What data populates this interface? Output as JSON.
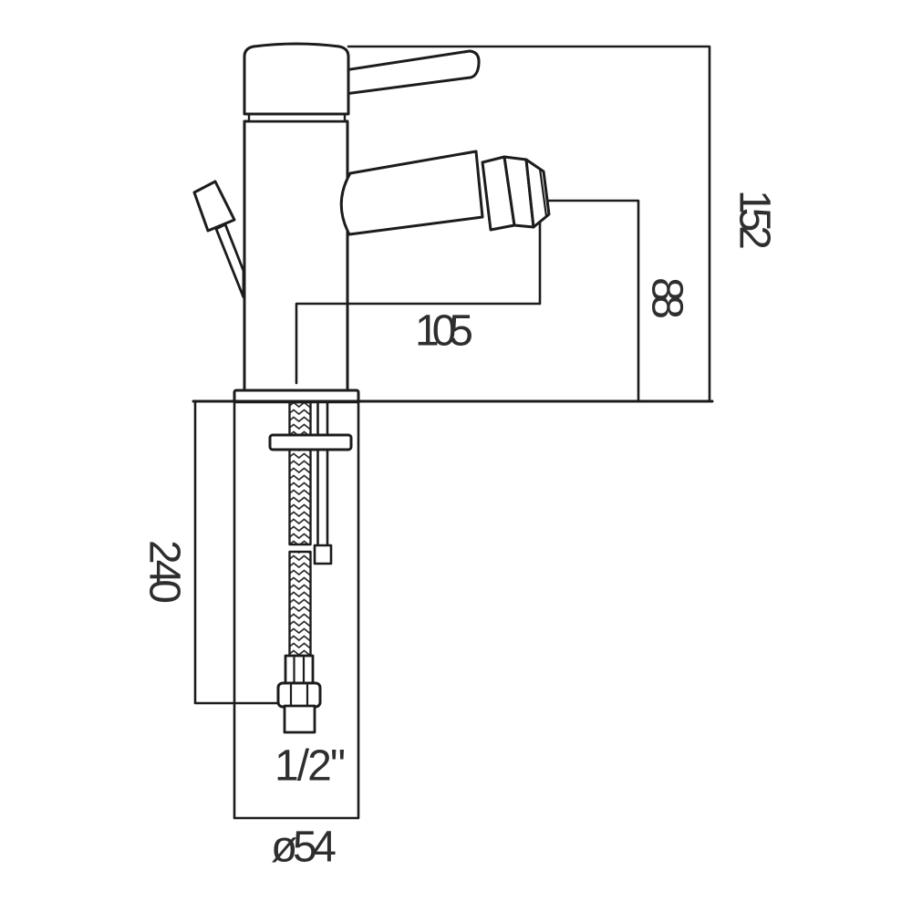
{
  "drawing": {
    "type": "technical-dimension-diagram",
    "subject": "mono mixer tap side elevation with pop-up waste rod, deck plate and flexible tail connection",
    "background": "#ffffff",
    "line_color": "#1c1c1c",
    "text_color": "#2e2e2e",
    "dimensions": {
      "overall_height": "152",
      "spout_outlet_height": "88",
      "spout_projection": "105",
      "tail_length": "240",
      "connection_size": "1/2\"",
      "base_diameter": "ø54"
    }
  }
}
